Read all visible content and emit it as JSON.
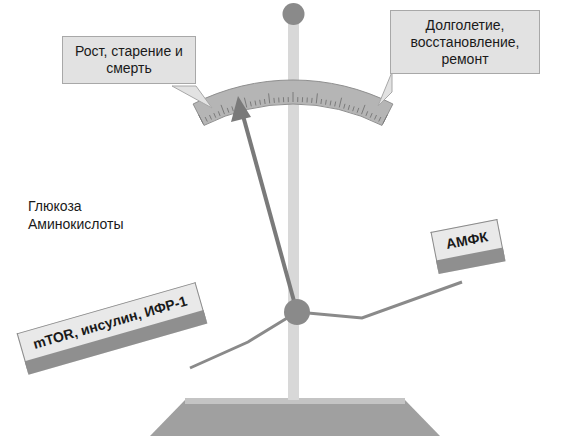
{
  "diagram": {
    "nodes": [
      {
        "text": [
          "Рост, старение и смерть"
        ]
      },
      {
        "text": [
          "Долголетие, восстановление, ремонт"
        ]
      },
      {
        "text": [
          "mTOR, инсулин, ИФР-1"
        ]
      },
      {
        "text": [
          "АМФК"
        ]
      }
    ],
    "labels": [
      "Глюкоза Аминокислоты"
    ]
  }
}
